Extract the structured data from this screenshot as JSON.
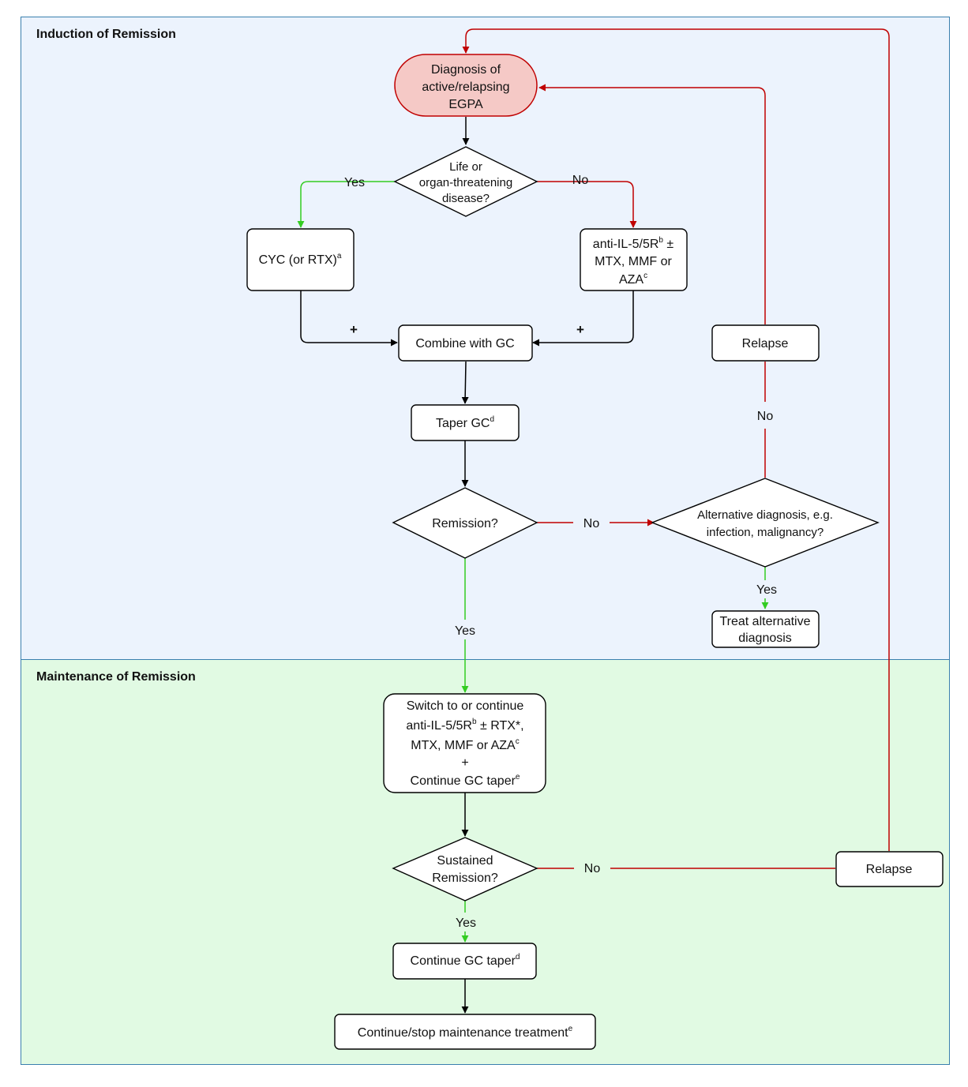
{
  "sections": {
    "induction": "Induction of Remission",
    "maintenance": "Maintenance of Remission"
  },
  "colors": {
    "start_fill": "#f5c9c6",
    "red_arrow": "#c00000",
    "green_arrow": "#33cc22"
  },
  "nodes": {
    "diagnosis": [
      "Diagnosis of",
      "active/relapsing",
      "EGPA"
    ],
    "life_threat": [
      "Life or",
      "organ-threatening",
      "disease?"
    ],
    "cyc": {
      "text": "CYC (or RTX)",
      "sup": "a"
    },
    "anti_il5": {
      "l1": "anti-IL-5/5R",
      "l1_sup": "b",
      "l1_tail": " ±",
      "l2": "MTX, MMF or",
      "l3": "AZA",
      "l3_sup": "c"
    },
    "combine": "Combine with GC",
    "taper": {
      "text": "Taper GC",
      "sup": "d"
    },
    "remission": "Remission?",
    "relapse_top": "Relapse",
    "alternative": [
      "Alternative diagnosis, e.g.",
      "infection, malignancy?"
    ],
    "treat_alt": [
      "Treat alternative",
      "diagnosis"
    ],
    "switch": {
      "l1": "Switch to or continue",
      "l2": "anti-IL-5/5R",
      "l2_sup": "b",
      "l2_tail": " ± RTX*,",
      "l3": "MTX, MMF or AZA",
      "l3_sup": "c",
      "l4": "+",
      "l5": "Continue GC taper",
      "l5_sup": "e"
    },
    "sustained": [
      "Sustained",
      "Remission?"
    ],
    "relapse_bottom": "Relapse",
    "continue_taper": {
      "text": "Continue GC taper",
      "sup": "d"
    },
    "continue_stop": {
      "text": "Continue/stop maintenance treatment",
      "sup": "e"
    }
  },
  "edge_labels": {
    "yes_life": "Yes",
    "no_life": "No",
    "plus_left": "+",
    "plus_right": "+",
    "no_remission": "No",
    "no_alt": "No",
    "yes_alt": "Yes",
    "yes_remission": "Yes",
    "no_sustained": "No",
    "yes_sustained": "Yes"
  }
}
